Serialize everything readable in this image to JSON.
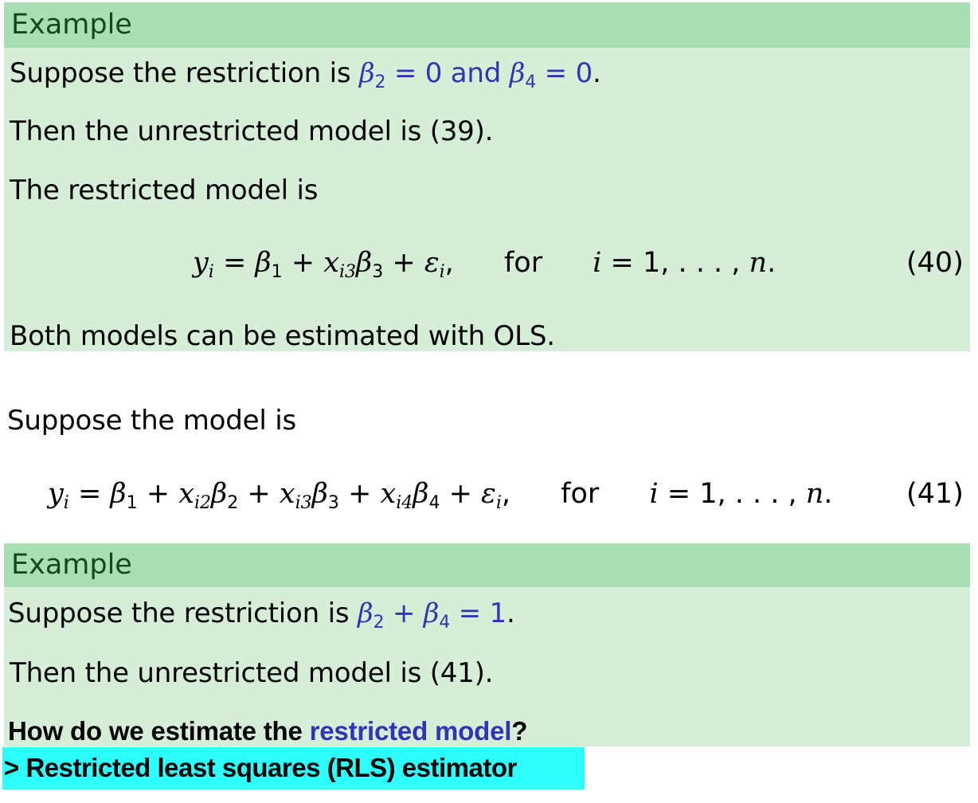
{
  "colors": {
    "block_header_bg": "#aadfb5",
    "block_body_bg": "#d6eed8",
    "block_title": "#0f4a23",
    "math_highlight": "#3333b3",
    "callout_bg": "#2effff"
  },
  "example1": {
    "title": "Example",
    "line1_prefix": "Suppose the restriction is ",
    "line1_math": {
      "b2": "β",
      "b2_sub": "2",
      "eq1": " = 0 and ",
      "b4": "β",
      "b4_sub": "4",
      "eq2": " = 0"
    },
    "line1_suffix": ".",
    "line2": "Then the unrestricted model is (39).",
    "line3": "The restricted model is",
    "equation": {
      "y": "y",
      "y_sub": "i",
      "eq": " = ",
      "b1": "β",
      "b1_sub": "1",
      "plus1": " + ",
      "x3": "x",
      "x3_sub": "i3",
      "b3": "β",
      "b3_sub": "3",
      "plus2": " + ",
      "eps": "ε",
      "eps_sub": "i",
      "comma": ",",
      "for": "for",
      "i": "i",
      "range": " = 1, . . . , ",
      "n": "n",
      "period": "."
    },
    "equation_number": "(40)",
    "line4": "Both models can be estimated with OLS."
  },
  "model_intro": "Suppose the model is",
  "model_equation": {
    "y": "y",
    "y_sub": "i",
    "eq": " = ",
    "b1": "β",
    "b1_sub": "1",
    "plus1": " + ",
    "x2": "x",
    "x2_sub": "i2",
    "b2": "β",
    "b2_sub": "2",
    "plus2": " + ",
    "x3": "x",
    "x3_sub": "i3",
    "b3": "β",
    "b3_sub": "3",
    "plus3": " + ",
    "x4": "x",
    "x4_sub": "i4",
    "b4": "β",
    "b4_sub": "4",
    "plus4": " + ",
    "eps": "ε",
    "eps_sub": "i",
    "comma": ",",
    "for": "for",
    "i": "i",
    "range": " = 1, . . . , ",
    "n": "n",
    "period": "."
  },
  "model_equation_number": "(41)",
  "example2": {
    "title": "Example",
    "line1_prefix": "Suppose the restriction is ",
    "line1_math": {
      "b2": "β",
      "b2_sub": "2",
      "plus": " + ",
      "b4": "β",
      "b4_sub": "4",
      "eq": " = 1"
    },
    "line1_suffix": ".",
    "line2": "Then the unrestricted model is (41).",
    "question_prefix": "How do we estimate the ",
    "question_highlight": "restricted model",
    "question_suffix": "?"
  },
  "callout": {
    "text": "> Restricted least squares (RLS) estimator"
  }
}
